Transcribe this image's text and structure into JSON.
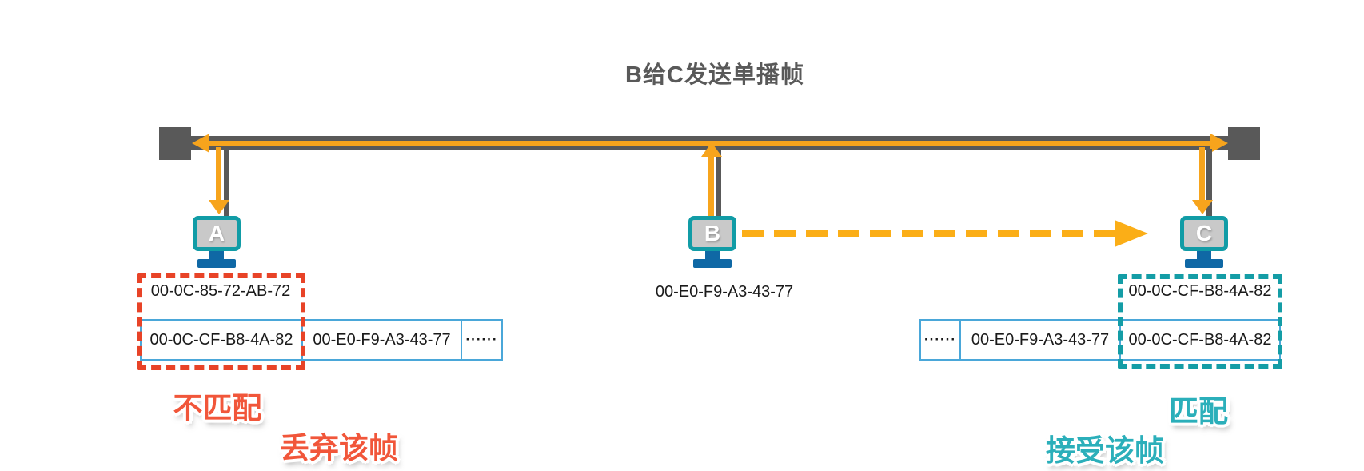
{
  "title": "B给C发送单播帧",
  "colors": {
    "bus_gray": "#595959",
    "signal_orange": "#F7A41C",
    "dashed_arrow_orange": "#FBAE17",
    "monitor_teal": "#119CA6",
    "stand_blue": "#0F68A5",
    "frame_border_blue": "#4AA7D9",
    "mismatch_red": "#E84327",
    "match_teal": "#149DA6",
    "mismatch_text_red": "#F1563A",
    "match_text_teal": "#2BAFBA"
  },
  "computers": [
    {
      "label": "A",
      "mac": "00-0C-85-72-AB-72"
    },
    {
      "label": "B",
      "mac": "00-E0-F9-A3-43-77"
    },
    {
      "label": "C",
      "mac": "00-0C-CF-B8-4A-82"
    }
  ],
  "frames": {
    "left": {
      "cells": [
        "00-0C-CF-B8-4A-82",
        "00-E0-F9-A3-43-77",
        "······"
      ]
    },
    "right": {
      "cells": [
        "······",
        "00-E0-F9-A3-43-77",
        "00-0C-CF-B8-4A-82"
      ]
    }
  },
  "annotations": {
    "mismatch": "不匹配",
    "discard": "丢弃该帧",
    "match": "匹配",
    "accept": "接受该帧"
  }
}
